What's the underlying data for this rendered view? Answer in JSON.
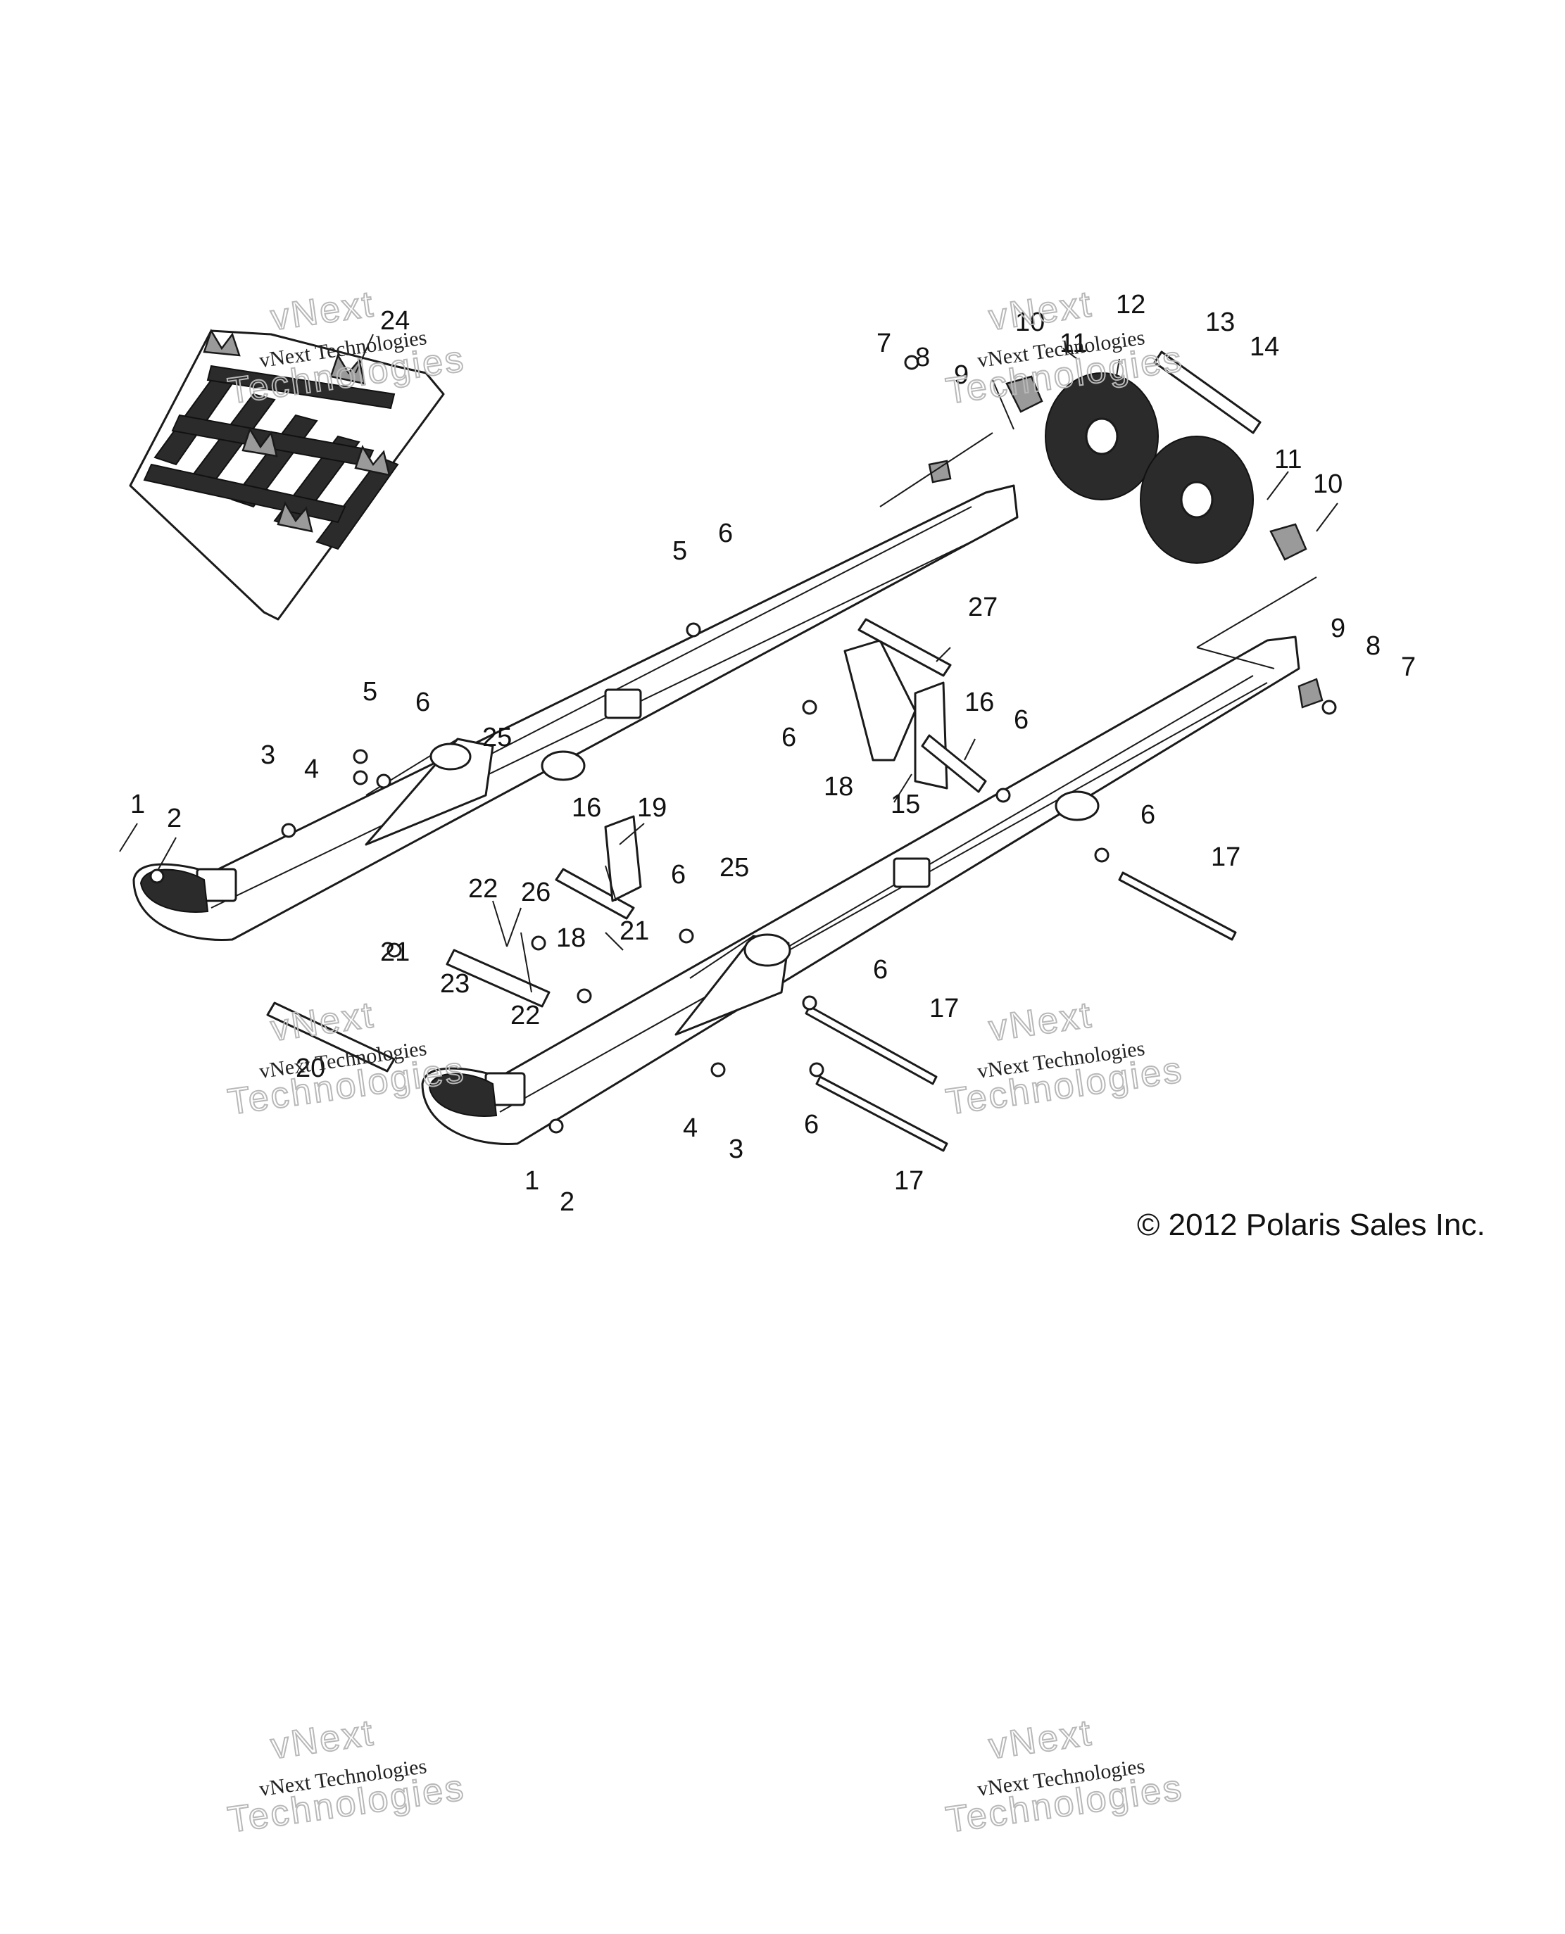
{
  "copyright": "© 2012 Polaris Sales Inc.",
  "watermark": {
    "line1": "vNext Technologies",
    "big_top": "vNext",
    "big_bottom": "Technologies"
  },
  "callouts": [
    "1",
    "2",
    "3",
    "4",
    "5",
    "6",
    "7",
    "8",
    "9",
    "10",
    "11",
    "12",
    "13",
    "14",
    "15",
    "16",
    "17",
    "18",
    "19",
    "20",
    "21",
    "22",
    "23",
    "24",
    "25",
    "26",
    "27"
  ]
}
